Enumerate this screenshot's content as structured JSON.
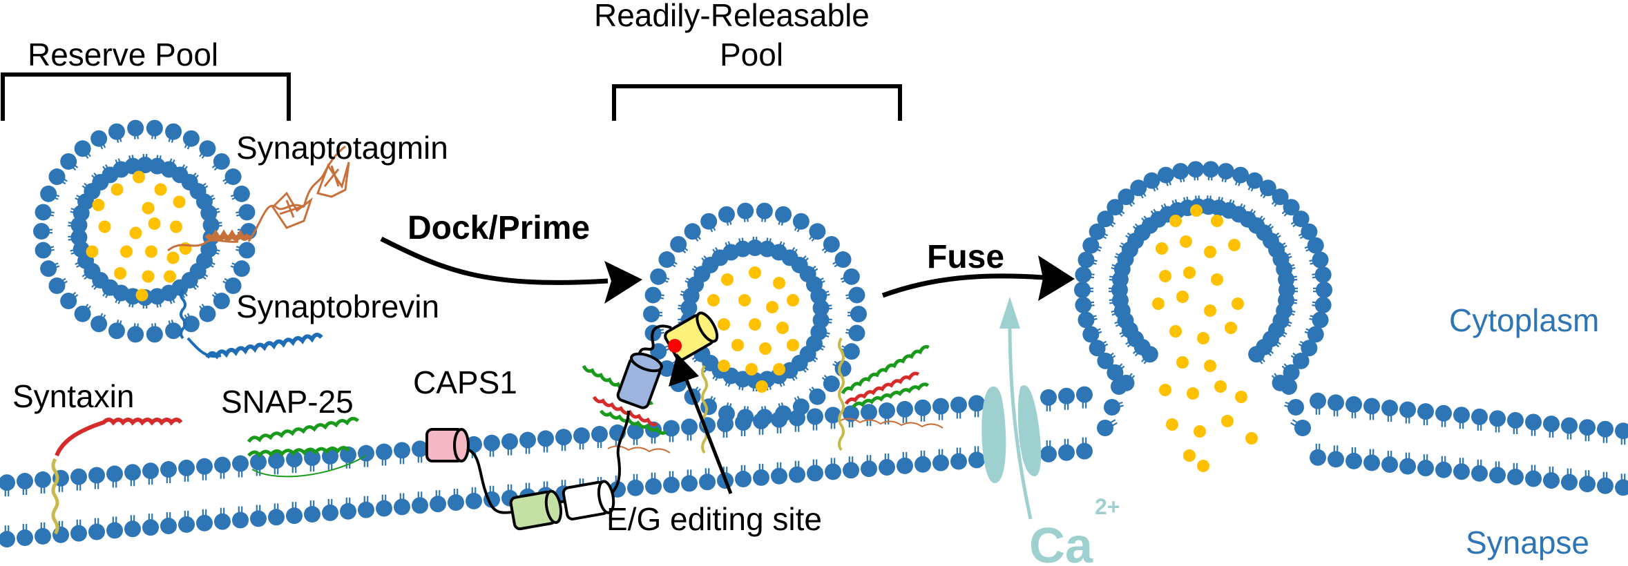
{
  "figure": {
    "title": "Synaptic vesicle cycle: dock/prime and fusion",
    "colors": {
      "lipid_head": "#2e75b6",
      "neurotransmitter": "#ffc000",
      "calcium": "#9fd0d0",
      "synaptotagmin": "#c8703a",
      "synaptobrevin": "#1f6db5",
      "syntaxin": "#d62b2b",
      "snap25": "#1a9a1a",
      "caps1_domains": [
        "#f4b8c4",
        "#c5e0a5",
        "#ffffff",
        "#9db4de",
        "#fff27a"
      ],
      "editing_site": "#ff0000"
    }
  },
  "pools": {
    "reserve": "Reserve Pool",
    "readily_releasable_line1": "Readily-Releasable",
    "readily_releasable_line2": "Pool"
  },
  "steps": {
    "dock_prime": "Dock/Prime",
    "fuse": "Fuse"
  },
  "proteins": {
    "synaptotagmin": "Synaptotagmin",
    "synaptobrevin": "Synaptobrevin",
    "syntaxin": "Syntaxin",
    "snap25": "SNAP-25",
    "caps1": "CAPS1"
  },
  "annotations": {
    "editing_site": "E/G editing site",
    "calcium": "Ca",
    "calcium_charge": "2+"
  },
  "compartments": {
    "cytoplasm": "Cytoplasm",
    "synapse": "Synapse"
  }
}
